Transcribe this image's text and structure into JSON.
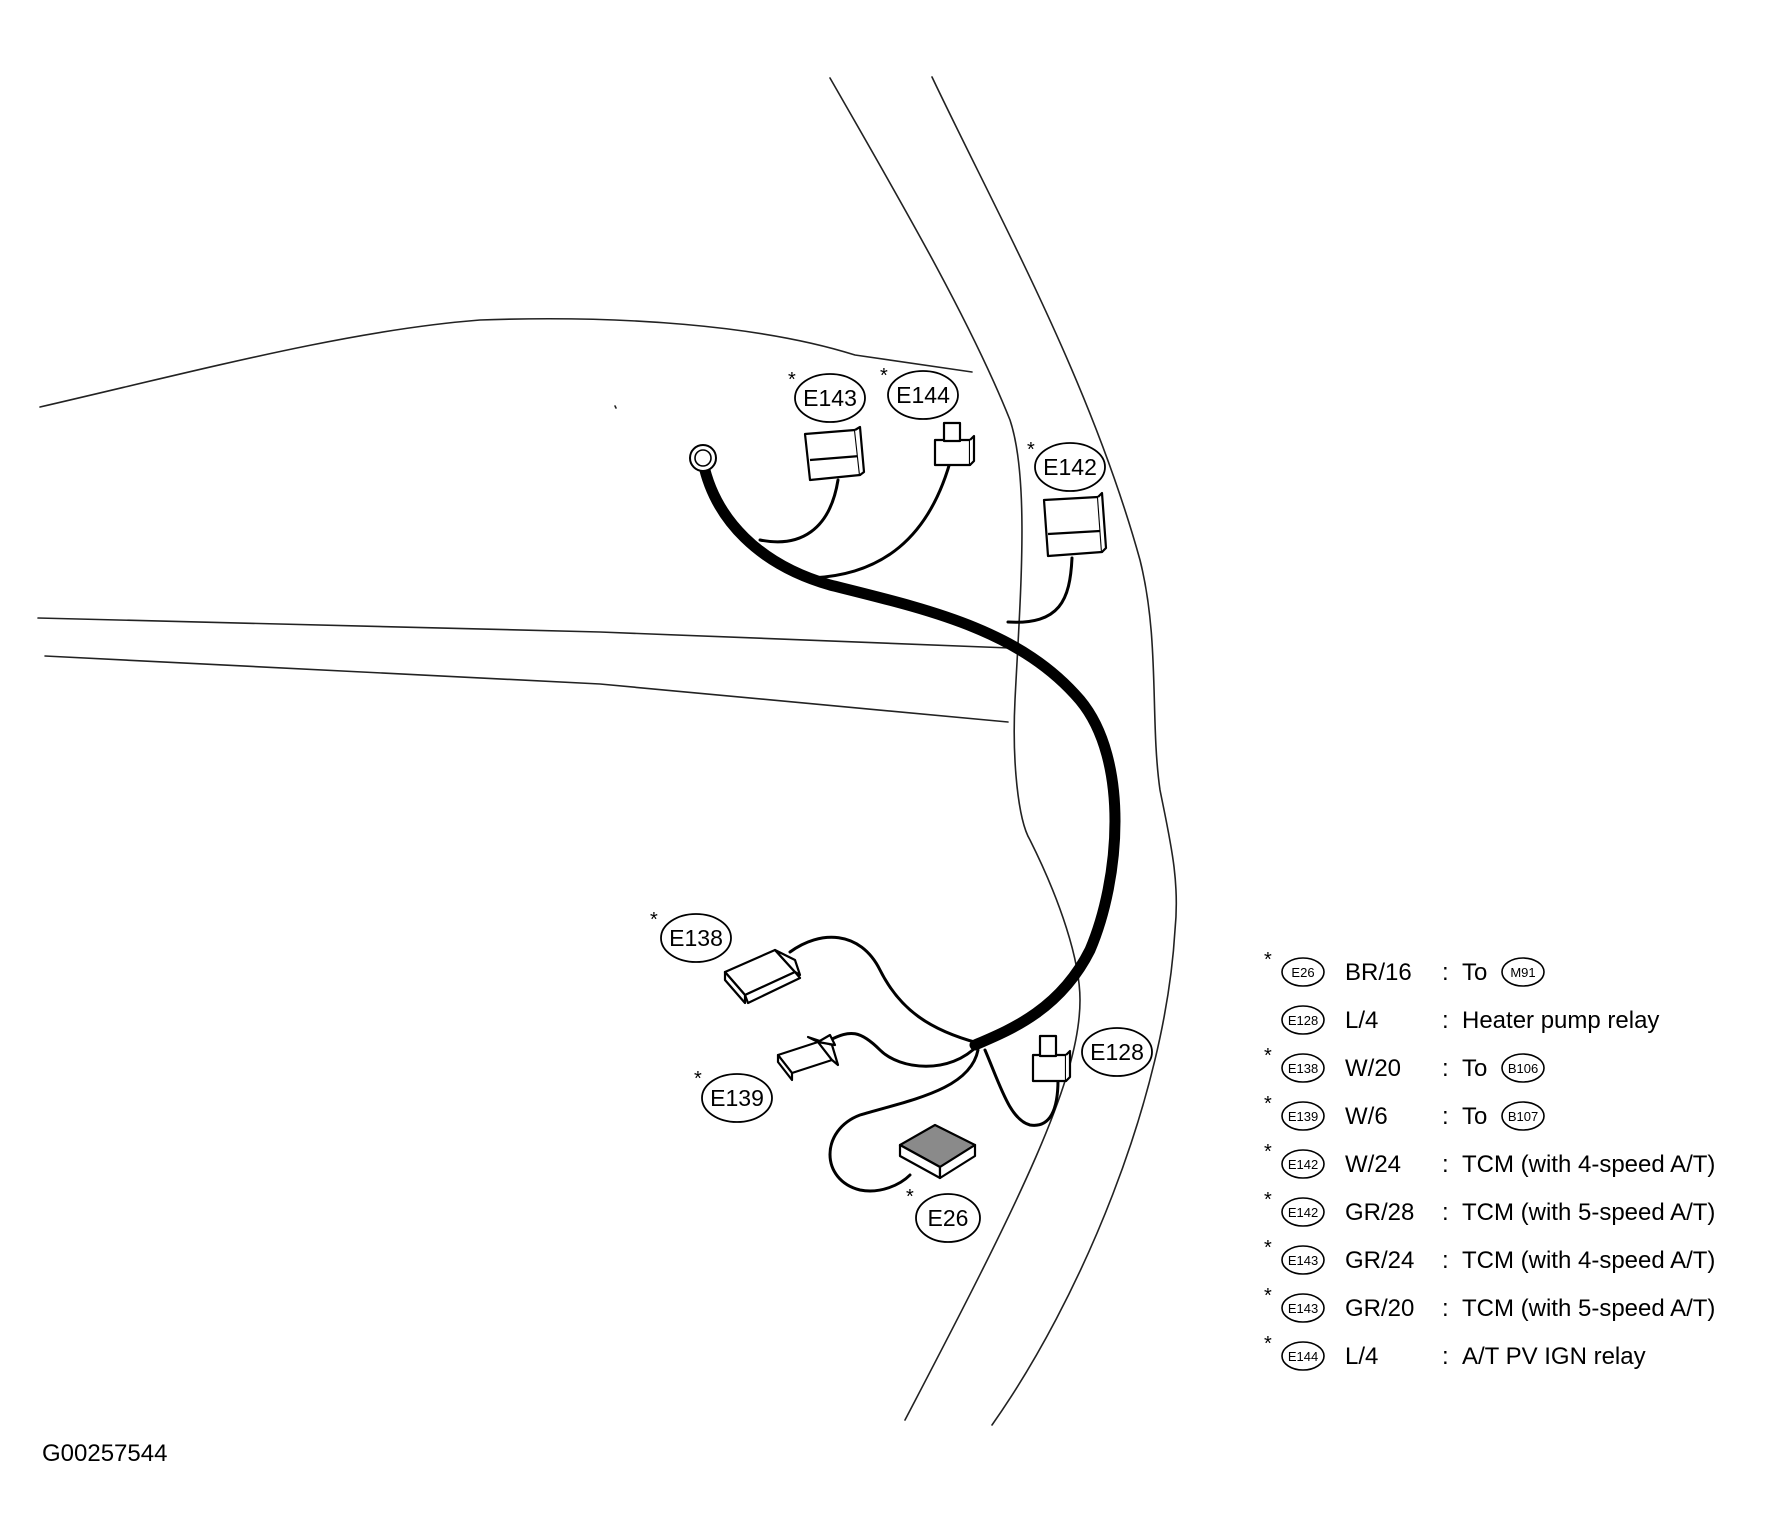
{
  "figure_id": "G00257544",
  "connector_labels": [
    {
      "key": "e143",
      "code": "E143",
      "starred": true
    },
    {
      "key": "e144",
      "code": "E144",
      "starred": true
    },
    {
      "key": "e142",
      "code": "E142",
      "starred": true
    },
    {
      "key": "e138",
      "code": "E138",
      "starred": true
    },
    {
      "key": "e139",
      "code": "E139",
      "starred": true
    },
    {
      "key": "e128",
      "code": "E128",
      "starred": false
    },
    {
      "key": "e26",
      "code": "E26",
      "starred": true
    }
  ],
  "legend": [
    {
      "code": "E26",
      "starred": true,
      "wire": "BR/16",
      "desc": "To",
      "ref": "M91"
    },
    {
      "code": "E128",
      "starred": false,
      "wire": "L/4",
      "desc": "Heater pump relay",
      "ref": ""
    },
    {
      "code": "E138",
      "starred": true,
      "wire": "W/20",
      "desc": "To",
      "ref": "B106"
    },
    {
      "code": "E139",
      "starred": true,
      "wire": "W/6",
      "desc": "To",
      "ref": "B107"
    },
    {
      "code": "E142",
      "starred": true,
      "wire": "W/24",
      "desc": "TCM (with 4-speed A/T)",
      "ref": ""
    },
    {
      "code": "E142",
      "starred": true,
      "wire": "GR/28",
      "desc": "TCM (with 5-speed A/T)",
      "ref": ""
    },
    {
      "code": "E143",
      "starred": true,
      "wire": "GR/24",
      "desc": "TCM (with 4-speed A/T)",
      "ref": ""
    },
    {
      "code": "E143",
      "starred": true,
      "wire": "GR/20",
      "desc": "TCM (with 5-speed A/T)",
      "ref": ""
    },
    {
      "code": "E144",
      "starred": true,
      "wire": "L/4",
      "desc": "A/T PV IGN relay",
      "ref": ""
    }
  ],
  "colors": {
    "ink": "#000000",
    "paper": "#ffffff",
    "dark_connector": "#8a8a8a"
  }
}
